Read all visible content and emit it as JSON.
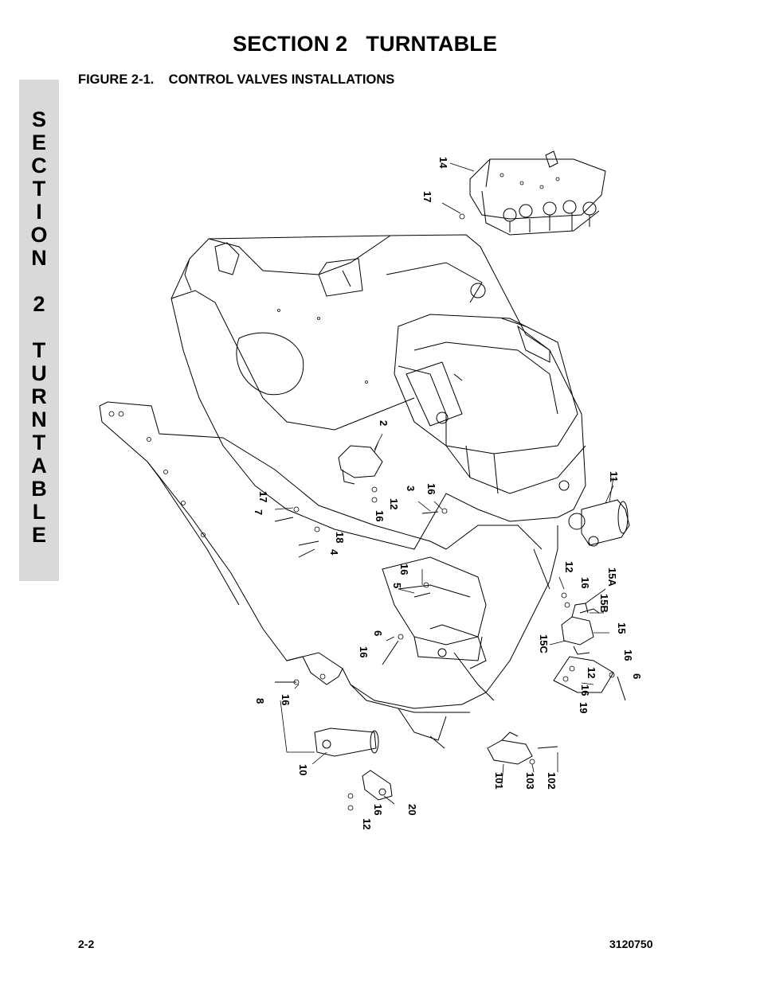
{
  "header": {
    "title": "SECTION 2   TURNTABLE"
  },
  "figure": {
    "title": "FIGURE 2-1.    CONTROL VALVES INSTALLATIONS"
  },
  "side_tab": {
    "section_letters": [
      "S",
      "E",
      "C",
      "T",
      "I",
      "O",
      "N"
    ],
    "number": "2",
    "name_letters": [
      "T",
      "U",
      "R",
      "N",
      "T",
      "A",
      "B",
      "L",
      "E"
    ]
  },
  "callouts": {
    "c14": "14",
    "c17a": "17",
    "c2": "2",
    "c11": "11",
    "c3": "3",
    "c16a": "16",
    "c16b": "16",
    "c12a": "12",
    "c17b": "17",
    "c7": "7",
    "c18": "18",
    "c4": "4",
    "c5": "5",
    "c16c": "16",
    "c12b": "12",
    "c16d": "16",
    "c15a": "15A",
    "c15b": "15B",
    "c15": "15",
    "c15c": "15C",
    "c6a": "6",
    "c16e": "16",
    "c16f": "16",
    "c12c": "12",
    "c16g": "16",
    "c6b": "6",
    "c19": "19",
    "c8": "8",
    "c16h": "16",
    "c10": "10",
    "c101": "101",
    "c103": "103",
    "c102": "102",
    "c20": "20",
    "c16i": "16",
    "c12d": "12"
  },
  "footer": {
    "page": "2-2",
    "doc_number": "3120750"
  }
}
